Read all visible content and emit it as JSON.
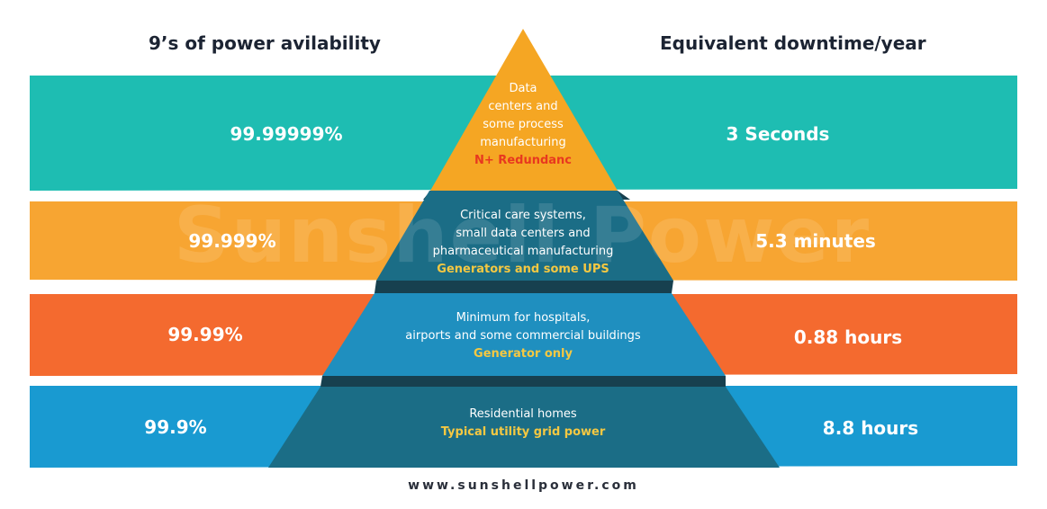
{
  "headers": {
    "left": "9’s of power avilability",
    "right": "Equivalent downtime/year"
  },
  "tiers": [
    {
      "availability": "99.99999%",
      "downtime": "3 Seconds",
      "description": [
        "Data",
        "centers and",
        "some process",
        "manufacturing"
      ],
      "solution": "N+ Redundanc",
      "band_color": "#1ebdb2",
      "triangle_color": "#f5a623",
      "solution_color": "#e8381f"
    },
    {
      "availability": "99.999%",
      "downtime": "5.3 minutes",
      "description": [
        "Critical care systems,",
        "small data centers and",
        "pharmaceutical manufacturing"
      ],
      "solution": "Generators and some UPS",
      "band_color": "#f7a532",
      "triangle_color": "#1b6d86",
      "solution_color": "#f5c842"
    },
    {
      "availability": "99.99%",
      "downtime": "0.88 hours",
      "description": [
        "Minimum for hospitals,",
        "airports and some commercial buildings"
      ],
      "solution": "Generator only",
      "band_color": "#f46a2f",
      "triangle_color": "#1f8fbf",
      "solution_color": "#f5c842"
    },
    {
      "availability": "99.9%",
      "downtime": "8.8 hours",
      "description": [
        "Residential homes"
      ],
      "solution": "Typical utility grid power",
      "band_color": "#199ad1",
      "triangle_color": "#1b6d86",
      "solution_color": "#f5c842"
    }
  ],
  "watermark": "Sunshell Power",
  "footer": "www.sunshellpower.com"
}
